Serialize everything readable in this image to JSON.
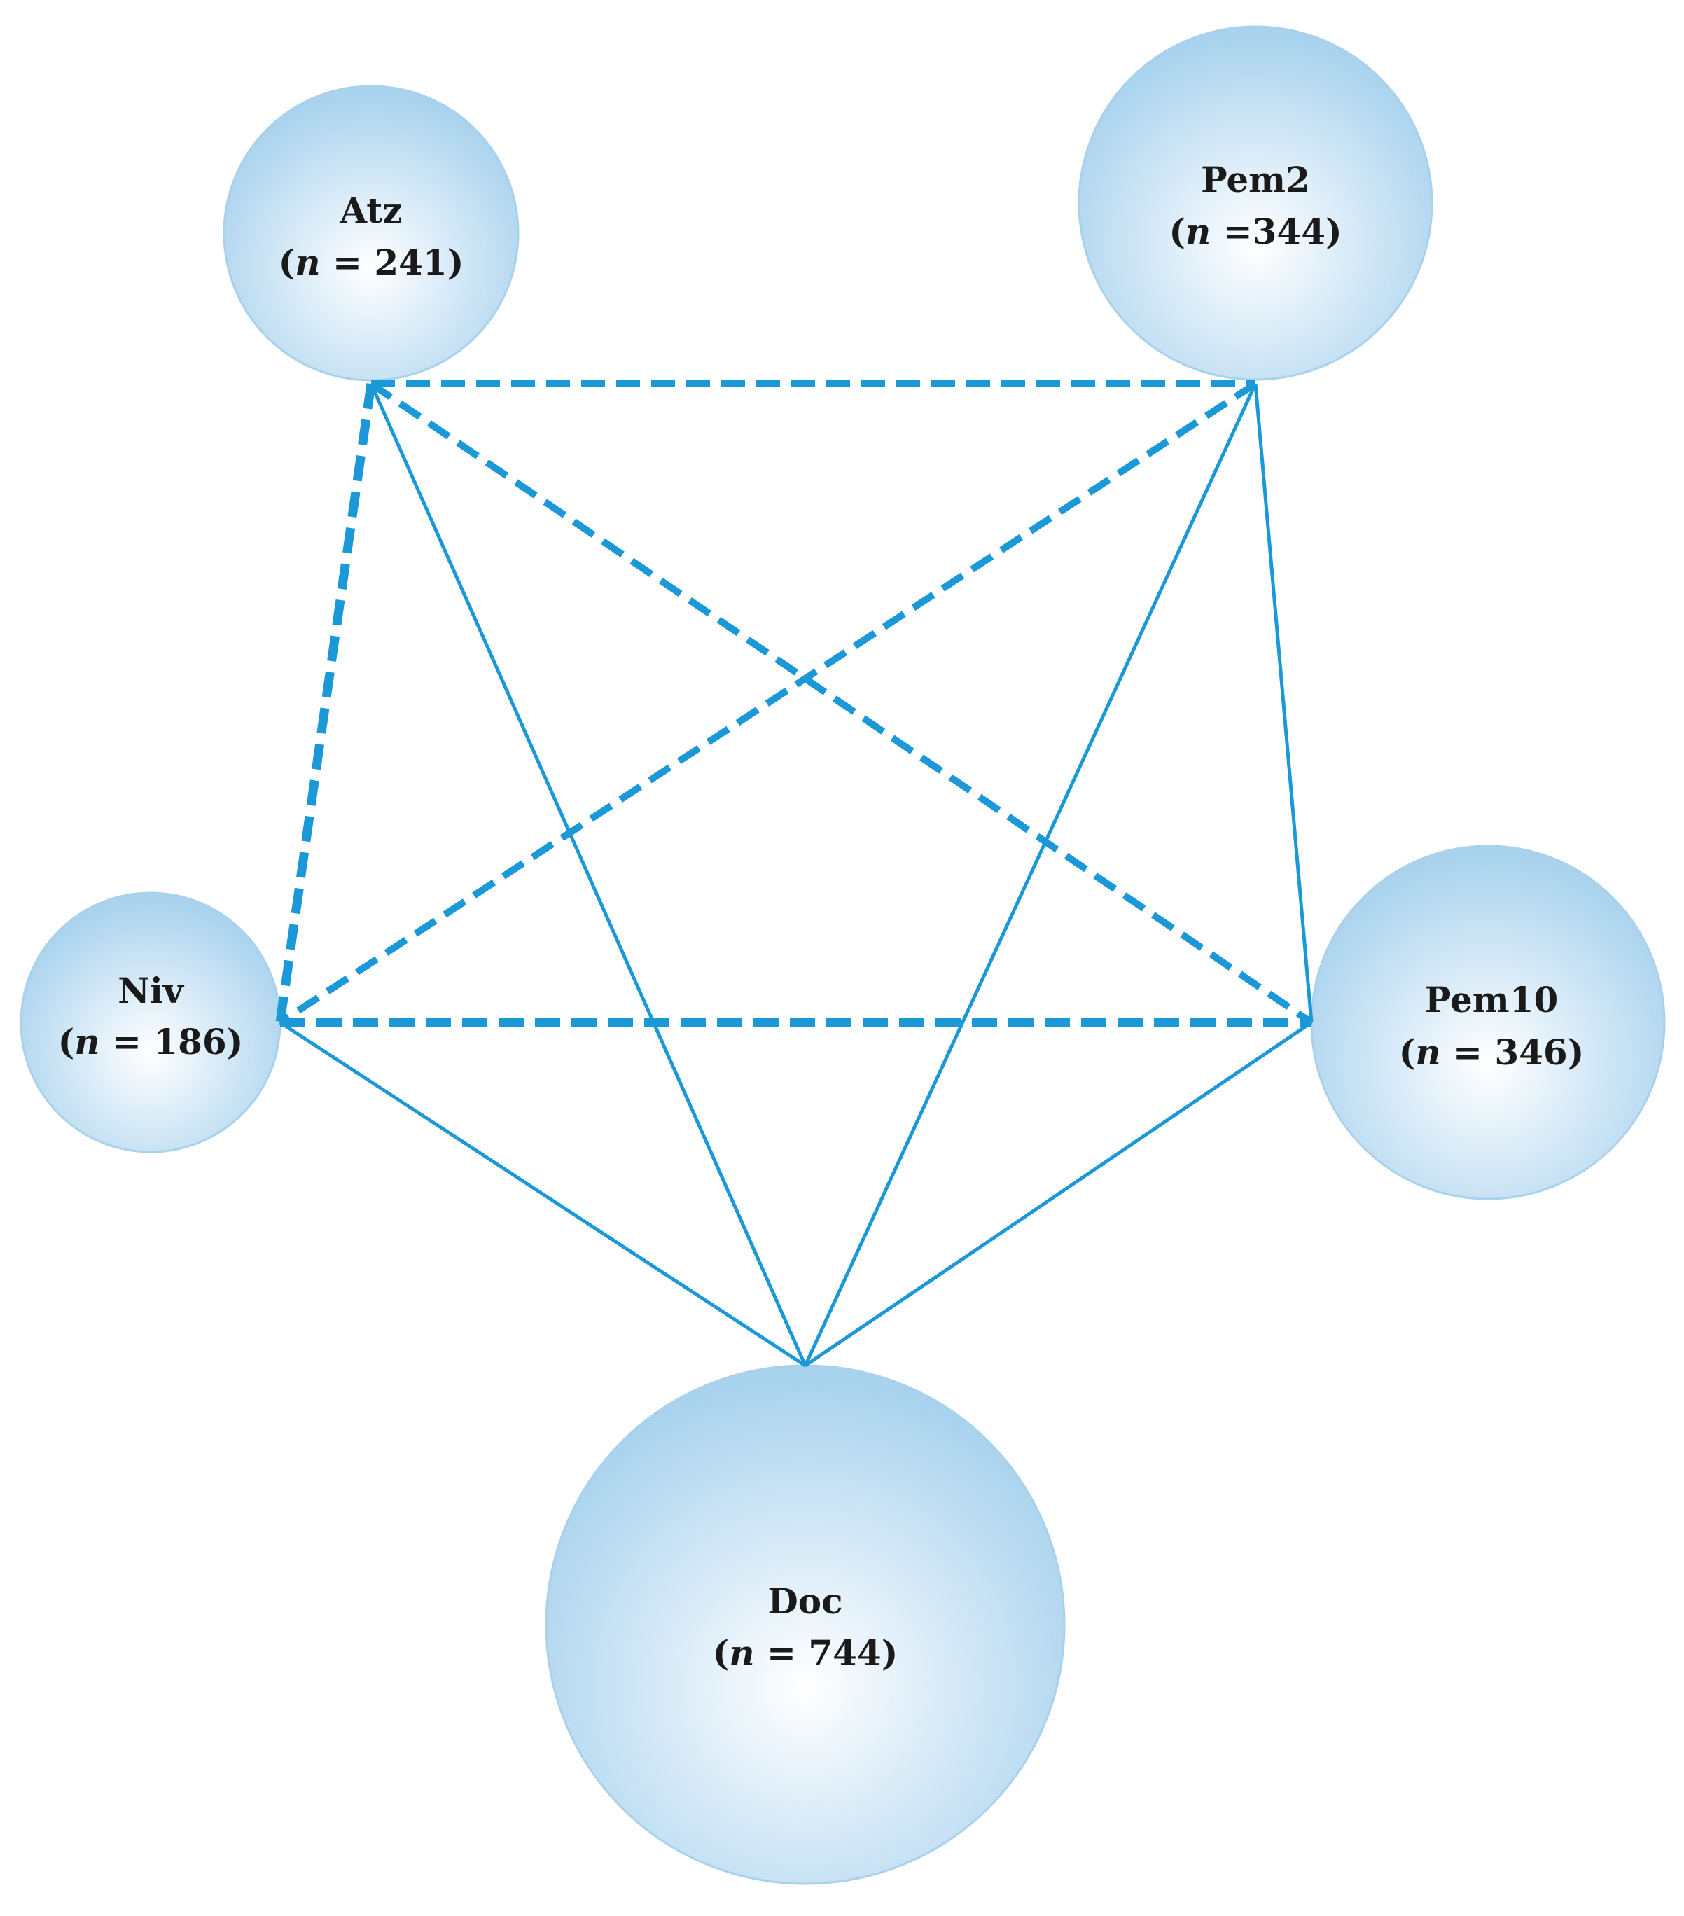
{
  "colors": {
    "edge": "#1b98d8",
    "node_fill_center": "#ffffff",
    "node_fill_edge": "#a8d2ee",
    "node_stroke": "#a9d1ec",
    "text": "#1a1a1a"
  },
  "nodes": [
    {
      "id": "atz",
      "name": "Atz",
      "n_prefix": "(",
      "n_symbol": "n",
      "n_rest": " = 241)"
    },
    {
      "id": "pem2",
      "name": "Pem2",
      "n_prefix": "(",
      "n_symbol": "n",
      "n_rest": " =344)"
    },
    {
      "id": "niv",
      "name": "Niv",
      "n_prefix": "(",
      "n_symbol": "n",
      "n_rest": " = 186)"
    },
    {
      "id": "pem10",
      "name": "Pem10",
      "n_prefix": "(",
      "n_symbol": "n",
      "n_rest": " = 346)"
    },
    {
      "id": "doc",
      "name": "Doc",
      "n_prefix": "(",
      "n_symbol": "n",
      "n_rest": " = 744)"
    }
  ],
  "edges": [
    {
      "from": "atz",
      "to": "pem2",
      "style": "dashed"
    },
    {
      "from": "atz",
      "to": "niv",
      "style": "dashed-heavy"
    },
    {
      "from": "atz",
      "to": "pem10",
      "style": "dashed"
    },
    {
      "from": "atz",
      "to": "doc",
      "style": "solid"
    },
    {
      "from": "pem2",
      "to": "niv",
      "style": "dashed"
    },
    {
      "from": "pem2",
      "to": "pem10",
      "style": "solid"
    },
    {
      "from": "pem2",
      "to": "doc",
      "style": "solid"
    },
    {
      "from": "niv",
      "to": "pem10",
      "style": "dashed-heavy"
    },
    {
      "from": "niv",
      "to": "doc",
      "style": "solid"
    },
    {
      "from": "pem10",
      "to": "doc",
      "style": "solid"
    }
  ]
}
